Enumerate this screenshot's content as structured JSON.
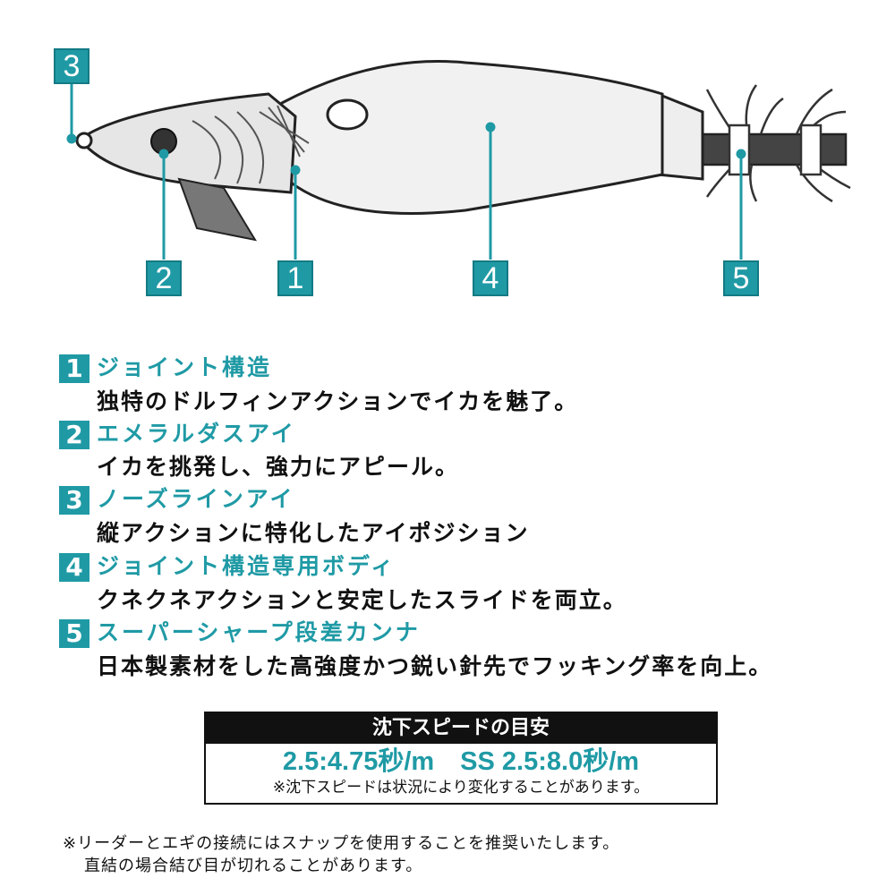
{
  "accent_color": "#1f9aa5",
  "callouts": [
    "1",
    "2",
    "3",
    "4",
    "5"
  ],
  "features": [
    {
      "number": "1",
      "title": "ジョイント構造",
      "description": "独特のドルフィンアクションでイカを魅了。"
    },
    {
      "number": "2",
      "title": "エメラルダスアイ",
      "description": "イカを挑発し、強力にアピール。"
    },
    {
      "number": "3",
      "title": "ノーズラインアイ",
      "description": "縦アクションに特化したアイポジション"
    },
    {
      "number": "4",
      "title": "ジョイント構造専用ボディ",
      "description": "クネクネアクションと安定したスライドを両立。"
    },
    {
      "number": "5",
      "title": "スーパーシャープ段差カンナ",
      "description": "日本製素材をした高強度かつ鋭い針先でフッキング率を向上。"
    }
  ],
  "sink_speed": {
    "title": "沈下スピードの目安",
    "values": "2.5:4.75秒/m　SS 2.5:8.0秒/m",
    "note": "※沈下スピードは状況により変化することがあります。"
  },
  "footnote": {
    "line1": "※リーダーとエギの接続にはスナップを使用することを推奨いたします。",
    "line2": "直結の場合結び目が切れることがあります。"
  }
}
